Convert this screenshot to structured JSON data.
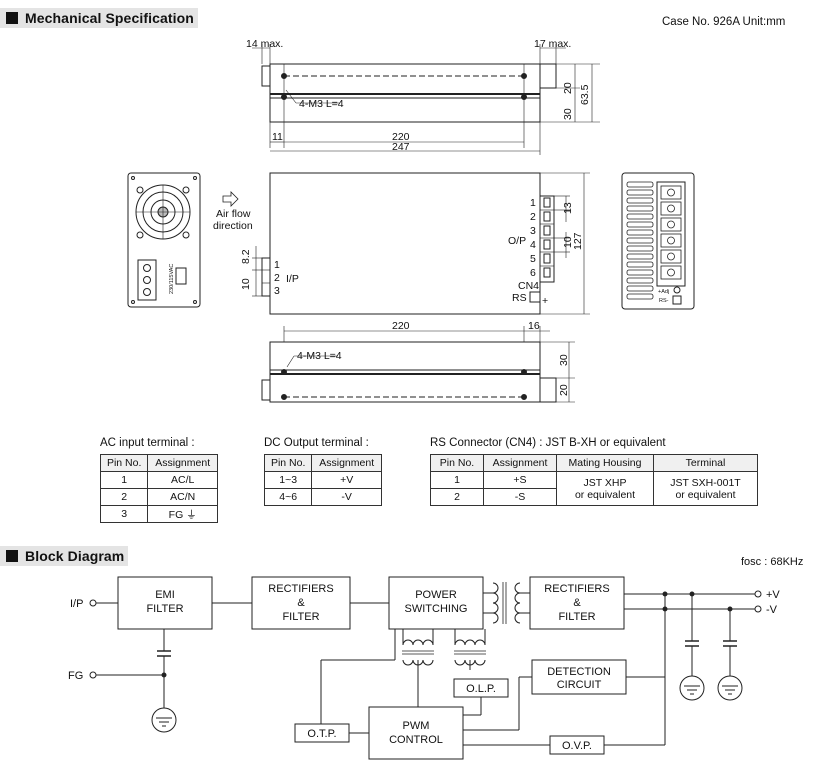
{
  "mechanical": {
    "title": "Mechanical Specification",
    "case_info": "Case No. 926A    Unit:mm",
    "dims": {
      "d14max": "14 max.",
      "d17max": "17 max.",
      "d20a": "20",
      "d63_5": "63.5",
      "d30a": "30",
      "screw_top": "4-M3 L=4",
      "d11": "11",
      "d220a": "220",
      "d247": "247",
      "airflow1": "Air flow",
      "airflow2": "direction",
      "d8_2": "8.2",
      "d10a": "10",
      "ip_pins": [
        "1",
        "2",
        "3"
      ],
      "ip_label": "I/P",
      "op_pins": [
        "1",
        "2",
        "3",
        "4",
        "5",
        "6"
      ],
      "op_label": "O/P",
      "d13": "13",
      "d10b": "10",
      "d127": "127",
      "cn4": "CN4",
      "rs": "RS",
      "plus": "+",
      "vac_label": "230/115VAC",
      "adj": "+Adj",
      "rs_small": "RS-",
      "d220b": "220",
      "d16": "16",
      "screw_bottom": "4-M3 L=4",
      "d30b": "30",
      "d20b": "20"
    }
  },
  "ac_table": {
    "title": "AC input terminal :",
    "headers": [
      "Pin No.",
      "Assignment"
    ],
    "rows": [
      [
        "1",
        "AC/L"
      ],
      [
        "2",
        "AC/N"
      ],
      [
        "3",
        "FG ⏚"
      ]
    ]
  },
  "dc_table": {
    "title": "DC Output terminal :",
    "headers": [
      "Pin No.",
      "Assignment"
    ],
    "rows": [
      [
        "1~3",
        "+V"
      ],
      [
        "4~6",
        "-V"
      ]
    ]
  },
  "rs_table": {
    "title": "RS Connector (CN4) : JST B-XH or equivalent",
    "headers": [
      "Pin No.",
      "Assignment",
      "Mating Housing",
      "Terminal"
    ],
    "rows": [
      [
        "1",
        "+S"
      ],
      [
        "2",
        "-S"
      ]
    ],
    "housing": [
      "JST XHP",
      "or equivalent"
    ],
    "terminal": [
      "JST SXH-001T",
      "or equivalent"
    ]
  },
  "block": {
    "title": "Block Diagram",
    "fosc": "fosc : 68KHz",
    "ip": "I/P",
    "fg": "FG",
    "emi": [
      "EMI",
      "FILTER"
    ],
    "rect1": [
      "RECTIFIERS",
      "&",
      "FILTER"
    ],
    "power": [
      "POWER",
      "SWITCHING"
    ],
    "rect2": [
      "RECTIFIERS",
      "&",
      "FILTER"
    ],
    "vplus": "+V",
    "vminus": "-V",
    "detection": [
      "DETECTION",
      "CIRCUIT"
    ],
    "olp": "O.L.P.",
    "otp": "O.T.P.",
    "pwm": [
      "PWM",
      "CONTROL"
    ],
    "ovp": "O.V.P."
  }
}
